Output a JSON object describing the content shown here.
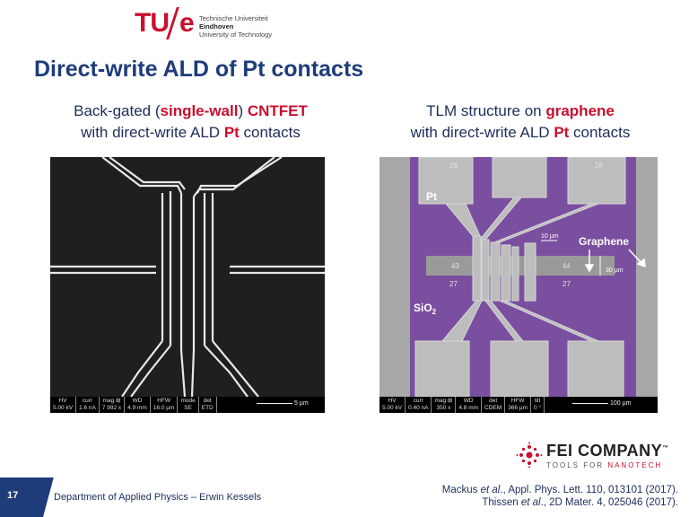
{
  "logo": {
    "mark_tu": "TU",
    "mark_e": "e",
    "line1": "Technische Universiteit",
    "line2": "Eindhoven",
    "line3": "University of Technology"
  },
  "slide": {
    "title": "Direct-write ALD of Pt contacts",
    "page_number": "17",
    "footer": "Department of Applied Physics – Erwin Kessels"
  },
  "left_caption": {
    "line1_a": "Back-gated (",
    "line1_b": "single-wall",
    "line1_c": ") ",
    "line1_d": "CNTFET",
    "line2_a": "with direct-write ALD ",
    "line2_b": "Pt",
    "line2_c": " contacts"
  },
  "right_caption": {
    "line1_a": "TLM structure on ",
    "line1_b": "graphene",
    "line2_a": "with direct-write ALD ",
    "line2_b": "Pt",
    "line2_c": " contacts"
  },
  "left_image": {
    "databar": [
      {
        "label": "HV",
        "value": "5.00 kV"
      },
      {
        "label": "curr",
        "value": "1.6 nA"
      },
      {
        "label": "mag ⊞",
        "value": "7 992 x"
      },
      {
        "label": "WD",
        "value": "4.9 mm"
      },
      {
        "label": "HFW",
        "value": "16.0 µm"
      },
      {
        "label": "mode",
        "value": "SE"
      },
      {
        "label": "det",
        "value": "ETD"
      }
    ],
    "scale": "5 µm"
  },
  "right_image": {
    "labels": {
      "pt": "Pt",
      "sio2": "SiO",
      "sio2_sub": "2",
      "graphene": "Graphene",
      "scale10": "10 µm",
      "scale30": "30 µm",
      "n28a": "28",
      "n28b": "28",
      "n43": "43",
      "n44": "44",
      "n27a": "27",
      "n27b": "27"
    },
    "databar": [
      {
        "label": "HV",
        "value": "5.00 kV"
      },
      {
        "label": "curr",
        "value": "0.40 nA"
      },
      {
        "label": "mag ⊞",
        "value": "350 x"
      },
      {
        "label": "WD",
        "value": "4.8 mm"
      },
      {
        "label": "det",
        "value": "CDEM"
      },
      {
        "label": "HFW",
        "value": "366 µm"
      },
      {
        "label": "tilt",
        "value": "0 °"
      }
    ],
    "scale": "100 µm"
  },
  "fei": {
    "name": "FEI COMPANY",
    "tm": "™",
    "tag_a": "TOOLS FOR ",
    "tag_b": "NANOTECH"
  },
  "references": {
    "ref1_a": "Mackus ",
    "ref1_b": "et al",
    "ref1_c": "., Appl. Phys. Lett. 110, 013101 (2017).",
    "ref2_a": "Thissen ",
    "ref2_b": "et al",
    "ref2_c": "., 2D Mater. 4, 025046 (2017)."
  },
  "colors": {
    "brand_red": "#c8102e",
    "title_blue": "#1f3c7a",
    "graphene_purple": "#7a4fa0"
  }
}
